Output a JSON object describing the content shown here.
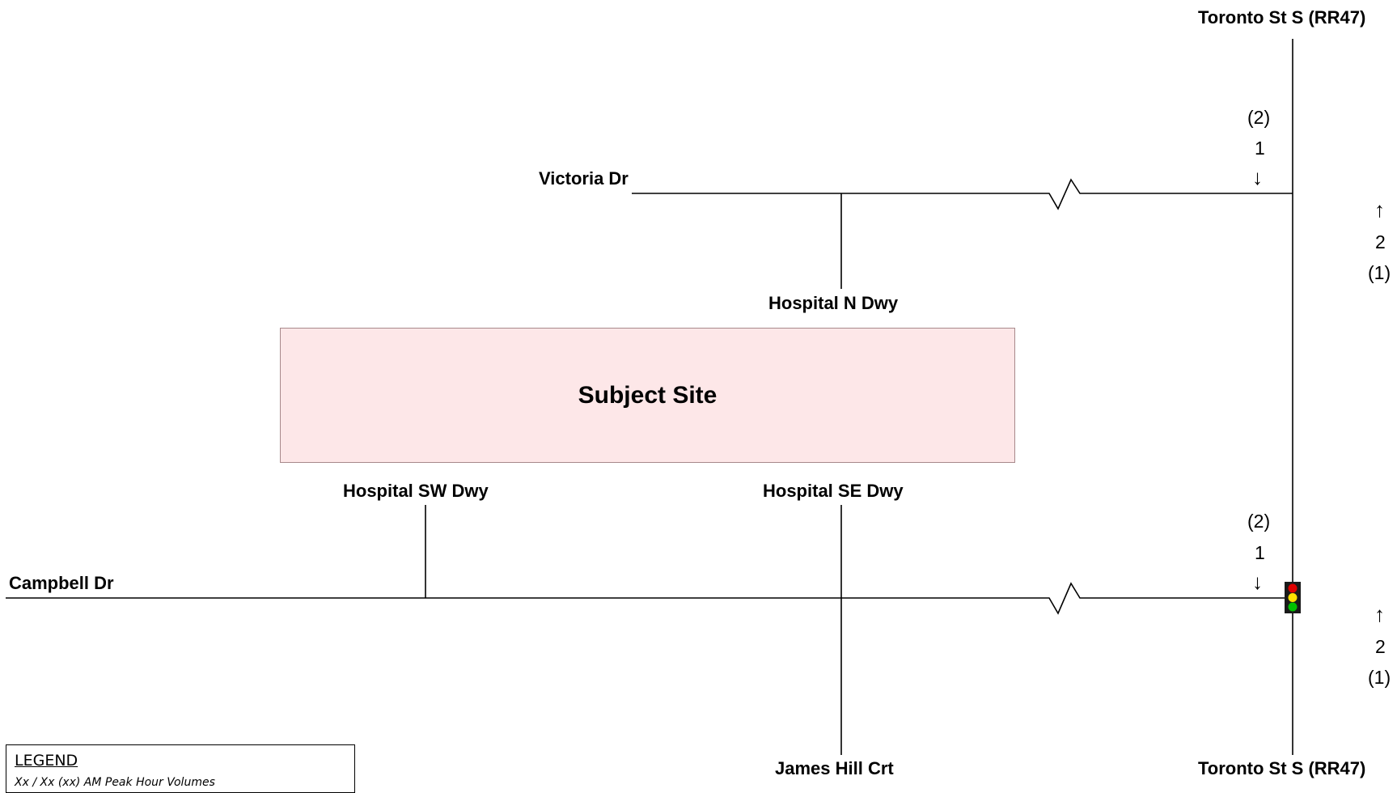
{
  "roads": {
    "toronto_top": "Toronto St S (RR47)",
    "toronto_bottom": "Toronto St S (RR47)",
    "victoria": "Victoria Dr",
    "campbell": "Campbell Dr",
    "james_hill": "James Hill Crt"
  },
  "driveways": {
    "north": "Hospital N Dwy",
    "southwest": "Hospital SW Dwy",
    "southeast": "Hospital SE Dwy"
  },
  "site": {
    "label": "Subject Site"
  },
  "volumes": {
    "victoria_sb": {
      "paren": "(2)",
      "main": "1",
      "arrow": "↓"
    },
    "victoria_nb": {
      "arrow": "↑",
      "main": "2",
      "paren": "(1)"
    },
    "campbell_sb": {
      "paren": "(2)",
      "main": "1",
      "arrow": "↓"
    },
    "campbell_nb": {
      "arrow": "↑",
      "main": "2",
      "paren": "(1)"
    }
  },
  "signal": {
    "colors": [
      "#e00000",
      "#ffe100",
      "#00c000"
    ],
    "housing": "#1a1a1a"
  },
  "legend": {
    "title": "LEGEND",
    "line1": "Xx / Xx  (xx)   AM Peak Hour  Volumes"
  }
}
